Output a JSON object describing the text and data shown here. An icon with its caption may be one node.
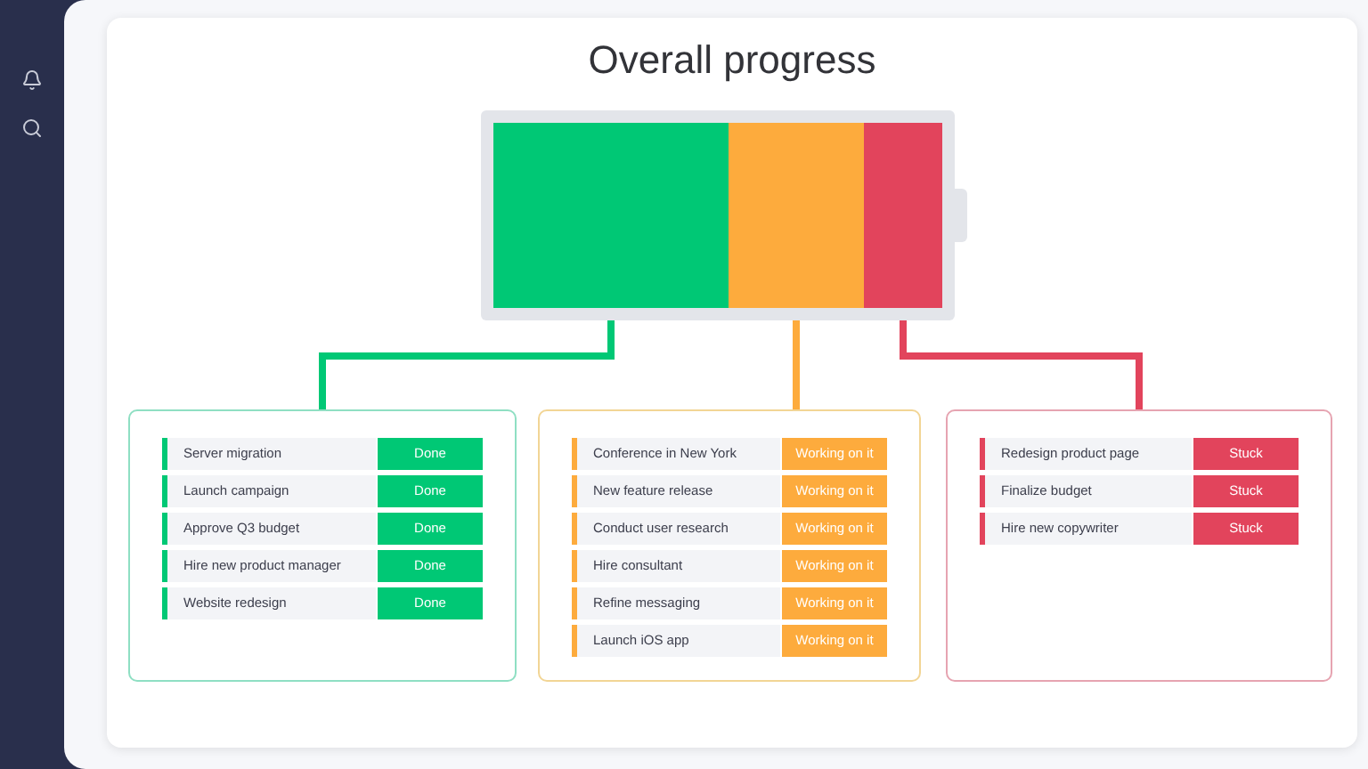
{
  "diagram": {
    "title": "Overall progress",
    "nodes": [
      {
        "text": [],
        "shape": "battery"
      },
      {
        "text": [],
        "shape": "bar",
        "in": 0
      },
      {
        "text": [],
        "shape": "bar",
        "in": 0
      },
      {
        "text": [],
        "shape": "bar",
        "in": 0
      },
      {
        "text": [],
        "shape": "box"
      },
      {
        "text": [
          "Server migration"
        ],
        "in": 4
      },
      {
        "text": [
          "Done"
        ],
        "in": 5
      },
      {
        "text": [
          "Launch campaign"
        ],
        "in": 4
      },
      {
        "text": [
          "Done"
        ],
        "in": 7
      },
      {
        "text": [
          "Approve Q3 budget"
        ],
        "in": 4
      },
      {
        "text": [
          "Done"
        ],
        "in": 9
      },
      {
        "text": [
          "Hire new product manager"
        ],
        "in": 4
      },
      {
        "text": [
          "Done"
        ],
        "in": 11
      },
      {
        "text": [
          "Website redesign"
        ],
        "in": 4
      },
      {
        "text": [
          "Done"
        ],
        "in": 13
      },
      {
        "text": [],
        "shape": "box"
      },
      {
        "text": [
          "Conference in New York"
        ],
        "in": 15
      },
      {
        "text": [
          "Working on it"
        ],
        "in": 16
      },
      {
        "text": [
          "New feature release"
        ],
        "in": 15
      },
      {
        "text": [
          "Working on it"
        ],
        "in": 18
      },
      {
        "text": [
          "Conduct user research"
        ],
        "in": 15
      },
      {
        "text": [
          "Working on it"
        ],
        "in": 20
      },
      {
        "text": [
          "Hire consultant"
        ],
        "in": 15
      },
      {
        "text": [
          "Working on it"
        ],
        "in": 22
      },
      {
        "text": [
          "Refine messaging"
        ],
        "in": 15
      },
      {
        "text": [
          "Working on it"
        ],
        "in": 24
      },
      {
        "text": [
          "Launch iOS app"
        ],
        "in": 15
      },
      {
        "text": [
          "Working on it"
        ],
        "in": 26
      },
      {
        "text": [],
        "shape": "box"
      },
      {
        "text": [
          "Redesign product page"
        ],
        "in": 28
      },
      {
        "text": [
          "Stuck"
        ],
        "in": 29
      },
      {
        "text": [
          "Finalize budget"
        ],
        "in": 28
      },
      {
        "text": [
          "Stuck"
        ],
        "in": 31
      },
      {
        "text": [
          "Hire new copywriter"
        ],
        "in": 28
      },
      {
        "text": [
          "Stuck"
        ],
        "in": 33
      }
    ],
    "edges": [
      {
        "from": 1,
        "to": 4,
        "arrow": "none",
        "color": "#00c875"
      },
      {
        "from": 2,
        "to": 15,
        "arrow": "none",
        "color": "#fdab3d"
      },
      {
        "from": 3,
        "to": 28,
        "arrow": "none",
        "color": "#e2445c"
      }
    ]
  }
}
